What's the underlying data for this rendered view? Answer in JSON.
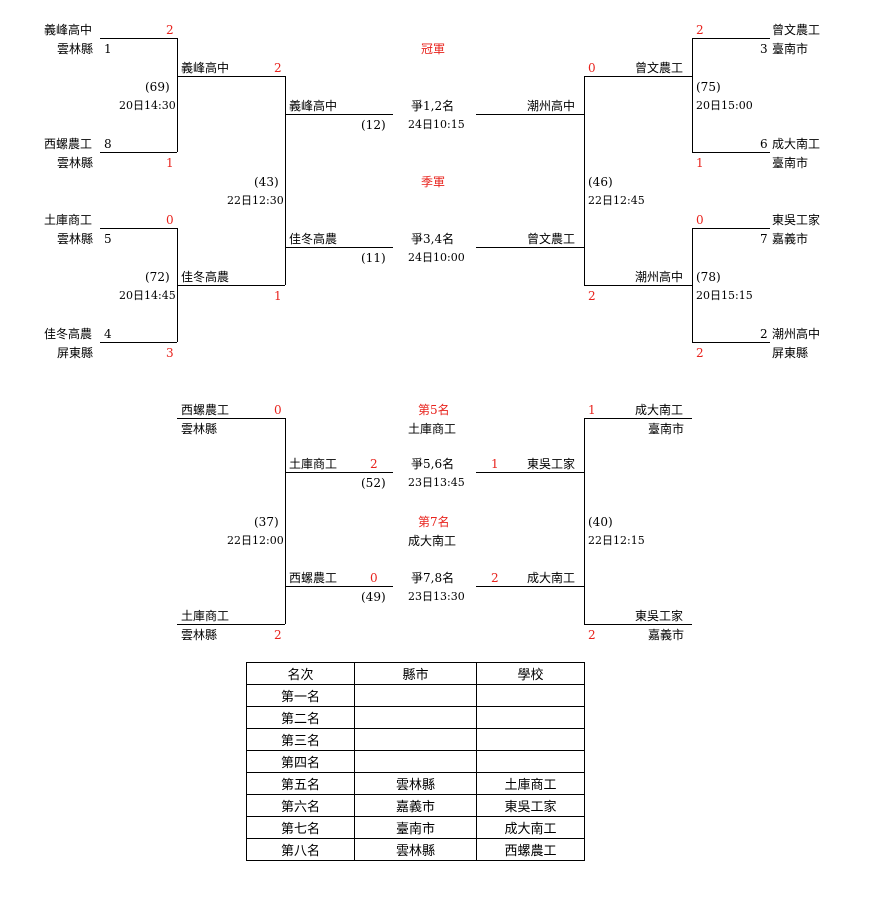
{
  "upper_bracket": {
    "left_top": {
      "team1": {
        "name": "義峰高中",
        "region": "雲林縣",
        "seed": "1",
        "score": "2"
      },
      "team2": {
        "name": "西螺農工",
        "region": "雲林縣",
        "seed": "8",
        "score": "1"
      },
      "game": {
        "no": "(69)",
        "time": "20日14:30"
      },
      "winner": {
        "name": "義峰高中",
        "score": "2"
      }
    },
    "left_bottom": {
      "team1": {
        "name": "土庫商工",
        "region": "雲林縣",
        "seed": "5",
        "score": "0"
      },
      "team2": {
        "name": "佳冬高農",
        "region": "屏東縣",
        "seed": "4",
        "score": "3"
      },
      "game": {
        "no": "(72)",
        "time": "20日14:45"
      },
      "winner": {
        "name": "佳冬高農",
        "score": "1"
      }
    },
    "left_semi": {
      "game": {
        "no": "(43)",
        "time": "22日12:30"
      }
    },
    "right_top": {
      "team1": {
        "name": "曾文農工",
        "region": "臺南市",
        "seed": "3",
        "score": "2"
      },
      "team2": {
        "name": "成大南工",
        "region": "臺南市",
        "seed": "6",
        "score": "1"
      },
      "game": {
        "no": "(75)",
        "time": "20日15:00"
      },
      "winner": {
        "name": "曾文農工",
        "score": "0"
      }
    },
    "right_bottom": {
      "team1": {
        "name": "東吳工家",
        "region": "嘉義市",
        "seed": "7",
        "score": "0"
      },
      "team2": {
        "name": "潮州高中",
        "region": "屏東縣",
        "seed": "2",
        "score": "2"
      },
      "game": {
        "no": "(78)",
        "time": "20日15:15"
      },
      "winner": {
        "name": "潮州高中",
        "score": "2"
      }
    },
    "right_semi": {
      "game": {
        "no": "(46)",
        "time": "22日12:45"
      }
    },
    "final": {
      "title": "冠軍",
      "left": "義峰高中",
      "right": "潮州高中",
      "label": "爭1,2名",
      "no": "(12)",
      "time": "24日10:15"
    },
    "third": {
      "title": "季軍",
      "left": "佳冬高農",
      "right": "曾文農工",
      "label": "爭3,4名",
      "no": "(11)",
      "time": "24日10:00"
    }
  },
  "lower_bracket": {
    "left_top": {
      "name": "西螺農工",
      "region": "雲林縣",
      "score": "0"
    },
    "left_bottom": {
      "name": "土庫商工",
      "region": "雲林縣",
      "score": "2"
    },
    "left_game": {
      "no": "(37)",
      "time": "22日12:00"
    },
    "right_top": {
      "name": "成大南工",
      "region": "臺南市",
      "score": "1"
    },
    "right_bottom": {
      "name": "東吳工家",
      "region": "嘉義市",
      "score": "2"
    },
    "right_game": {
      "no": "(40)",
      "time": "22日12:15"
    },
    "fifth": {
      "title": "第5名",
      "winner": "土庫商工",
      "left": "土庫商工",
      "left_score": "2",
      "right": "東吳工家",
      "right_score": "1",
      "label": "爭5,6名",
      "no": "(52)",
      "time": "23日13:45"
    },
    "seventh": {
      "title": "第7名",
      "winner": "成大南工",
      "left": "西螺農工",
      "left_score": "0",
      "right": "成大南工",
      "right_score": "2",
      "label": "爭7,8名",
      "no": "(49)",
      "time": "23日13:30"
    }
  },
  "ranking_table": {
    "headers": [
      "名次",
      "縣市",
      "學校"
    ],
    "rows": [
      {
        "rank": "第一名",
        "city": "",
        "school": ""
      },
      {
        "rank": "第二名",
        "city": "",
        "school": ""
      },
      {
        "rank": "第三名",
        "city": "",
        "school": ""
      },
      {
        "rank": "第四名",
        "city": "",
        "school": ""
      },
      {
        "rank": "第五名",
        "city": "雲林縣",
        "school": "土庫商工"
      },
      {
        "rank": "第六名",
        "city": "嘉義市",
        "school": "東吳工家"
      },
      {
        "rank": "第七名",
        "city": "臺南市",
        "school": "成大南工"
      },
      {
        "rank": "第八名",
        "city": "雲林縣",
        "school": "西螺農工"
      }
    ]
  },
  "colors": {
    "score": "#e8231d",
    "line": "#000000"
  }
}
